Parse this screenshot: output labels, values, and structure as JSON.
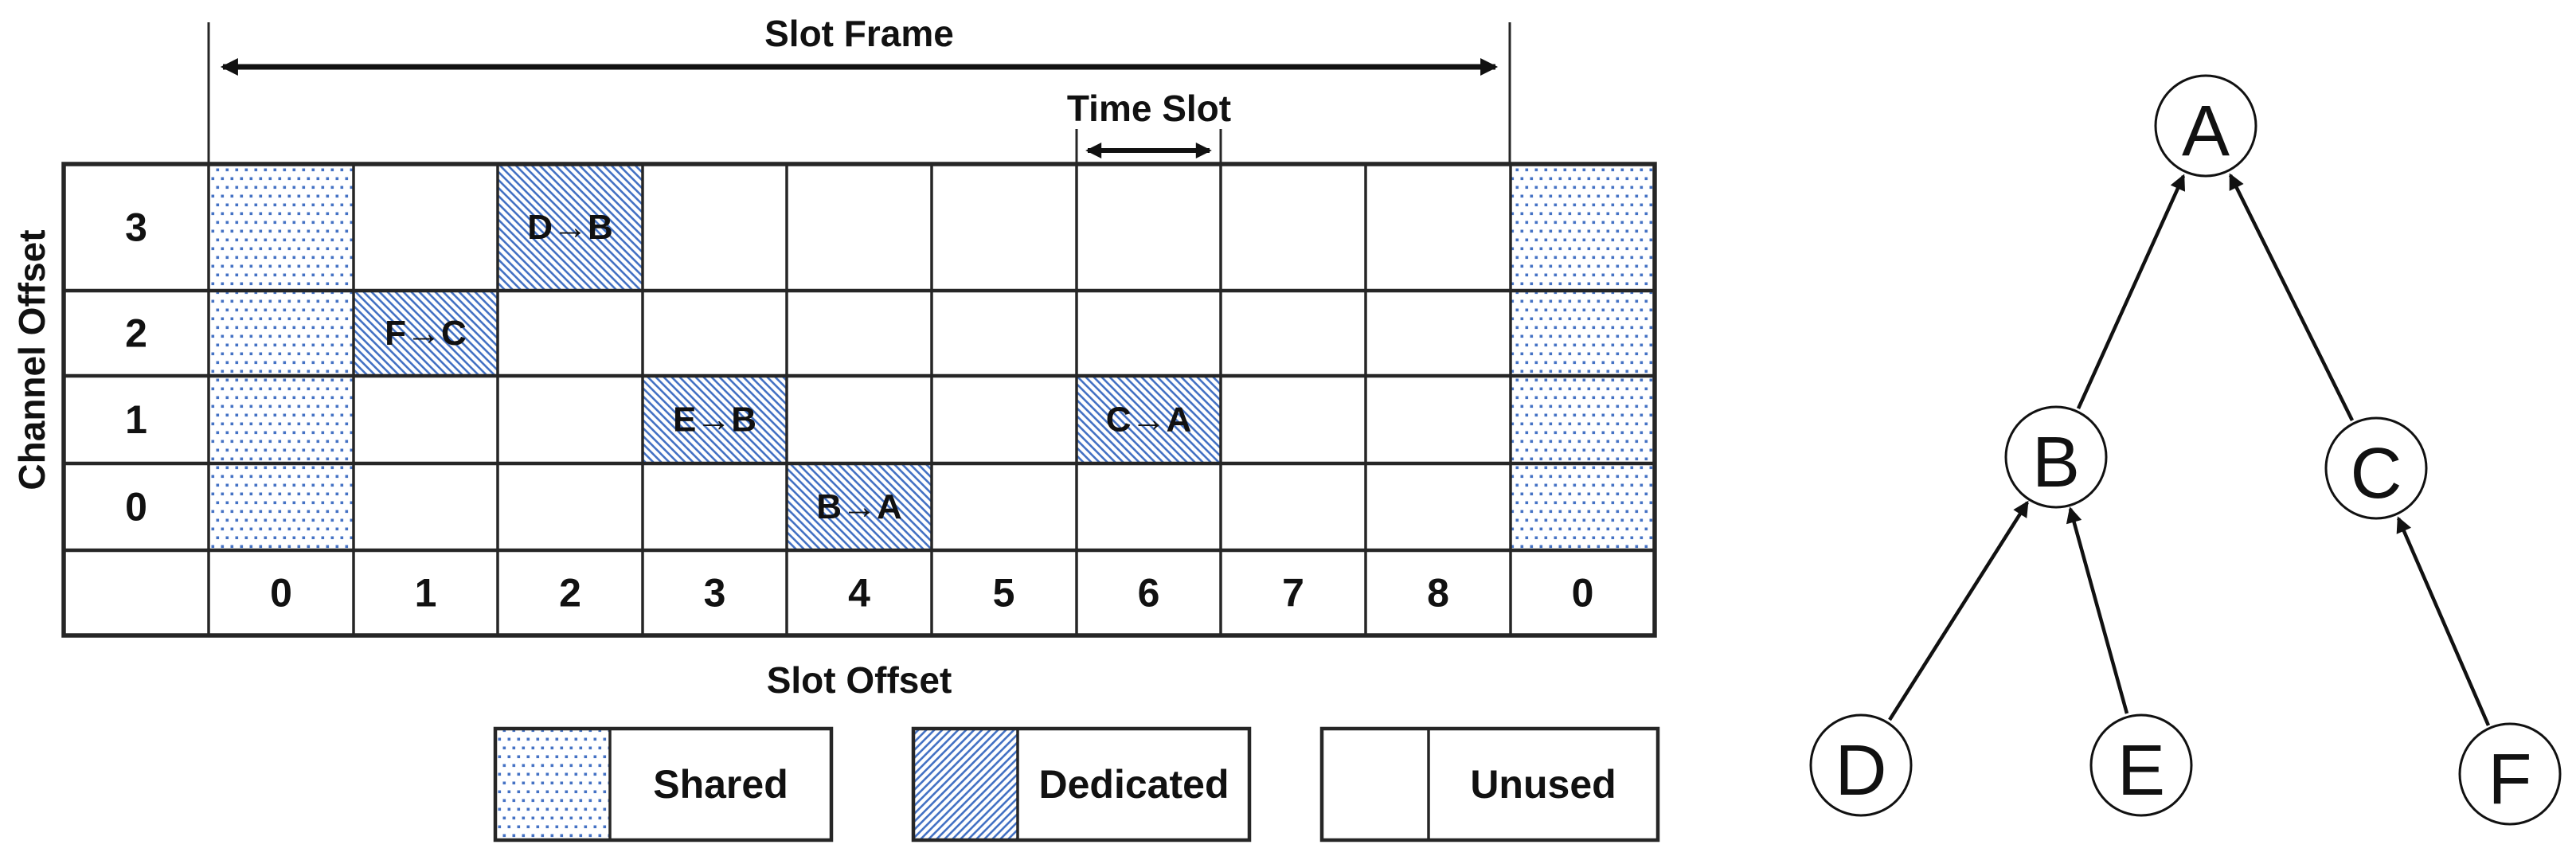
{
  "schedule": {
    "slot_frame_label": "Slot Frame",
    "time_slot_label": "Time Slot",
    "x_axis_label": "Slot Offset",
    "y_axis_label": "Channel Offset",
    "channel_offset_labels": [
      "3",
      "2",
      "1",
      "0"
    ],
    "slot_offset_labels": [
      "0",
      "1",
      "2",
      "3",
      "4",
      "5",
      "6",
      "7",
      "8",
      "0"
    ],
    "time_slot_arrow_over_slot": "6",
    "shared_columns": [
      {
        "slot_offset": "0",
        "position": "first",
        "channel_offsets": [
          "3",
          "2",
          "1",
          "0"
        ]
      },
      {
        "slot_offset": "0",
        "position": "last",
        "channel_offsets": [
          "3",
          "2",
          "1",
          "0"
        ]
      }
    ],
    "dedicated_cells": [
      {
        "label": "D→B",
        "channel_offset": "3",
        "slot_offset": "2"
      },
      {
        "label": "F→C",
        "channel_offset": "2",
        "slot_offset": "1"
      },
      {
        "label": "E→B",
        "channel_offset": "1",
        "slot_offset": "3"
      },
      {
        "label": "C→A",
        "channel_offset": "1",
        "slot_offset": "6"
      },
      {
        "label": "B→A",
        "channel_offset": "0",
        "slot_offset": "4"
      }
    ]
  },
  "legend": {
    "items": [
      {
        "label": "Shared",
        "swatch": "blue-dot-pattern"
      },
      {
        "label": "Dedicated",
        "swatch": "blue-diagonal-hatch"
      },
      {
        "label": "Unused",
        "swatch": "white"
      }
    ]
  },
  "tree": {
    "nodes": [
      {
        "id": "A"
      },
      {
        "id": "B"
      },
      {
        "id": "C"
      },
      {
        "id": "D"
      },
      {
        "id": "E"
      },
      {
        "id": "F"
      }
    ],
    "edges": [
      {
        "from": "B",
        "to": "A"
      },
      {
        "from": "C",
        "to": "A"
      },
      {
        "from": "D",
        "to": "B"
      },
      {
        "from": "E",
        "to": "B"
      },
      {
        "from": "F",
        "to": "C"
      }
    ]
  },
  "colors": {
    "pattern_blue": "#4472c4",
    "line_color": "#262626",
    "background": "#ffffff"
  }
}
